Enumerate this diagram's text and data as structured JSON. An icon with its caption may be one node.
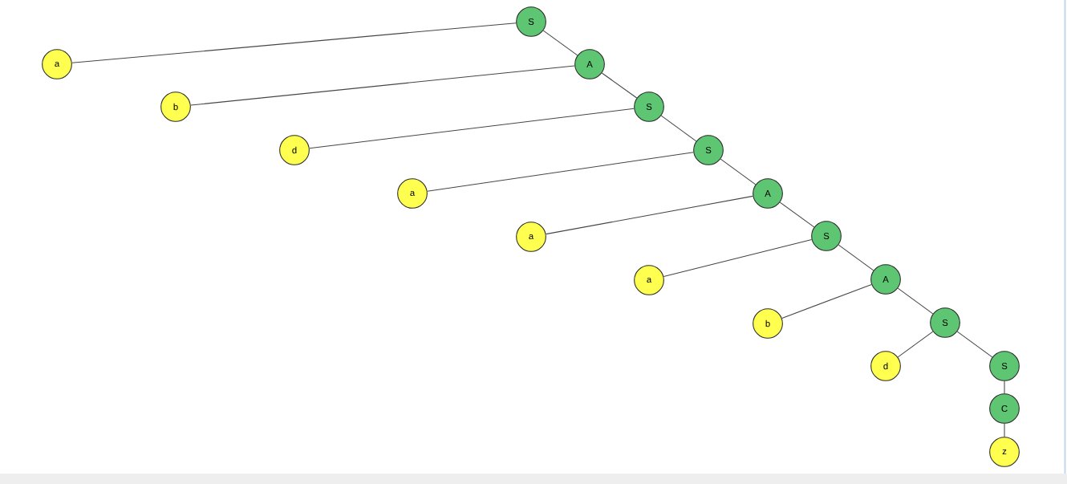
{
  "diagram": {
    "nodes": [
      {
        "text": [
          "S"
        ]
      },
      {
        "text": [
          "a"
        ]
      },
      {
        "text": [
          "A"
        ]
      },
      {
        "text": [
          "b"
        ]
      },
      {
        "text": [
          "S"
        ]
      },
      {
        "text": [
          "d"
        ]
      },
      {
        "text": [
          "S"
        ]
      },
      {
        "text": [
          "a"
        ]
      },
      {
        "text": [
          "A"
        ]
      },
      {
        "text": [
          "a"
        ]
      },
      {
        "text": [
          "S"
        ]
      },
      {
        "text": [
          "a"
        ]
      },
      {
        "text": [
          "A"
        ]
      },
      {
        "text": [
          "b"
        ]
      },
      {
        "text": [
          "S"
        ]
      },
      {
        "text": [
          "d"
        ]
      },
      {
        "text": [
          "S"
        ]
      },
      {
        "text": [
          "C"
        ]
      },
      {
        "text": [
          "z"
        ]
      }
    ],
    "edges": [
      {
        "from": 0,
        "to": 1,
        "arrow": "none"
      },
      {
        "from": 0,
        "to": 2,
        "arrow": "none"
      },
      {
        "from": 2,
        "to": 3,
        "arrow": "none"
      },
      {
        "from": 2,
        "to": 4,
        "arrow": "none"
      },
      {
        "from": 4,
        "to": 5,
        "arrow": "none"
      },
      {
        "from": 4,
        "to": 6,
        "arrow": "none"
      },
      {
        "from": 6,
        "to": 7,
        "arrow": "none"
      },
      {
        "from": 6,
        "to": 8,
        "arrow": "none"
      },
      {
        "from": 8,
        "to": 9,
        "arrow": "none"
      },
      {
        "from": 8,
        "to": 10,
        "arrow": "none"
      },
      {
        "from": 10,
        "to": 11,
        "arrow": "none"
      },
      {
        "from": 10,
        "to": 12,
        "arrow": "none"
      },
      {
        "from": 12,
        "to": 13,
        "arrow": "none"
      },
      {
        "from": 12,
        "to": 14,
        "arrow": "none"
      },
      {
        "from": 14,
        "to": 15,
        "arrow": "none"
      },
      {
        "from": 14,
        "to": 16,
        "arrow": "none"
      },
      {
        "from": 16,
        "to": 17,
        "arrow": "none"
      },
      {
        "from": 17,
        "to": 18,
        "arrow": "none"
      }
    ]
  }
}
